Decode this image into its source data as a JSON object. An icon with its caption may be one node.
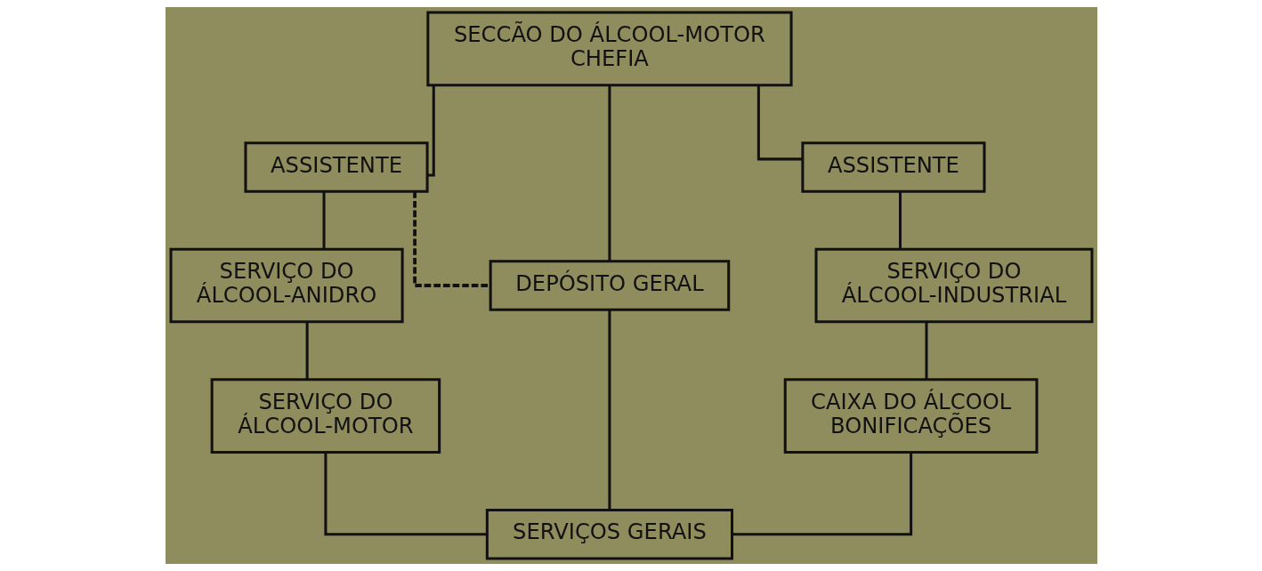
{
  "diagram": {
    "nodes": [
      {
        "text": [
          "SECCÃO DO ÁLCOOL-MOTOR",
          "CHEFIA"
        ]
      },
      {
        "text": [
          "ASSISTENTE"
        ]
      },
      {
        "text": [
          "ASSISTENTE"
        ]
      },
      {
        "text": [
          "SERVIÇO DO",
          "ÁLCOOL-ANIDRO"
        ]
      },
      {
        "text": [
          "DEPÓSITO GERAL"
        ]
      },
      {
        "text": [
          "SERVIÇO DO",
          "ÁLCOOL-INDUSTRIAL"
        ]
      },
      {
        "text": [
          "SERVIÇO DO",
          "ÁLCOOL-MOTOR"
        ]
      },
      {
        "text": [
          "CAIXA DO ÁLCOOL",
          "BONIFICAÇÕES"
        ]
      },
      {
        "text": [
          "SERVIÇOS GERAIS"
        ]
      }
    ],
    "edges": [
      {
        "from": 0,
        "to": 1,
        "arrow": "none"
      },
      {
        "from": 0,
        "to": 2,
        "arrow": "none"
      },
      {
        "from": 0,
        "to": 4,
        "arrow": "none"
      },
      {
        "from": 1,
        "to": 3,
        "arrow": "none"
      },
      {
        "from": 2,
        "to": 5,
        "arrow": "none"
      },
      {
        "from": 1,
        "to": 4,
        "arrow": "none",
        "style": "dashed"
      },
      {
        "from": 4,
        "to": 8,
        "arrow": "none"
      },
      {
        "from": 3,
        "to": 6,
        "arrow": "none"
      },
      {
        "from": 5,
        "to": 7,
        "arrow": "none"
      },
      {
        "from": 6,
        "to": 8,
        "arrow": "none"
      },
      {
        "from": 7,
        "to": 8,
        "arrow": "none"
      }
    ]
  }
}
